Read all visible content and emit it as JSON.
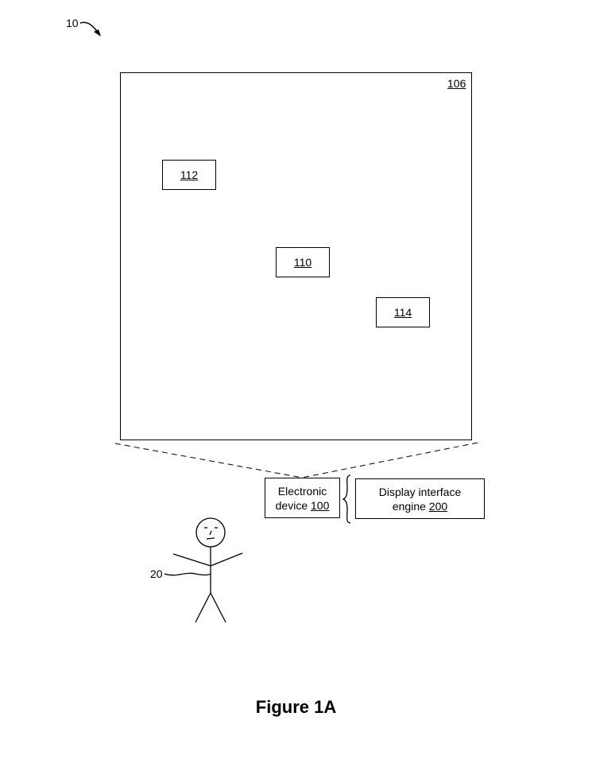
{
  "figure_ref": "10",
  "display_region": {
    "ref": "106"
  },
  "elements": [
    {
      "ref": "112"
    },
    {
      "ref": "110"
    },
    {
      "ref": "114"
    }
  ],
  "electronic_device": {
    "text": "Electronic",
    "text2": "device ",
    "ref": "100"
  },
  "display_engine": {
    "text": "Display interface",
    "text2": "engine ",
    "ref": "200"
  },
  "user": {
    "ref": "20"
  },
  "caption": "Figure 1A"
}
